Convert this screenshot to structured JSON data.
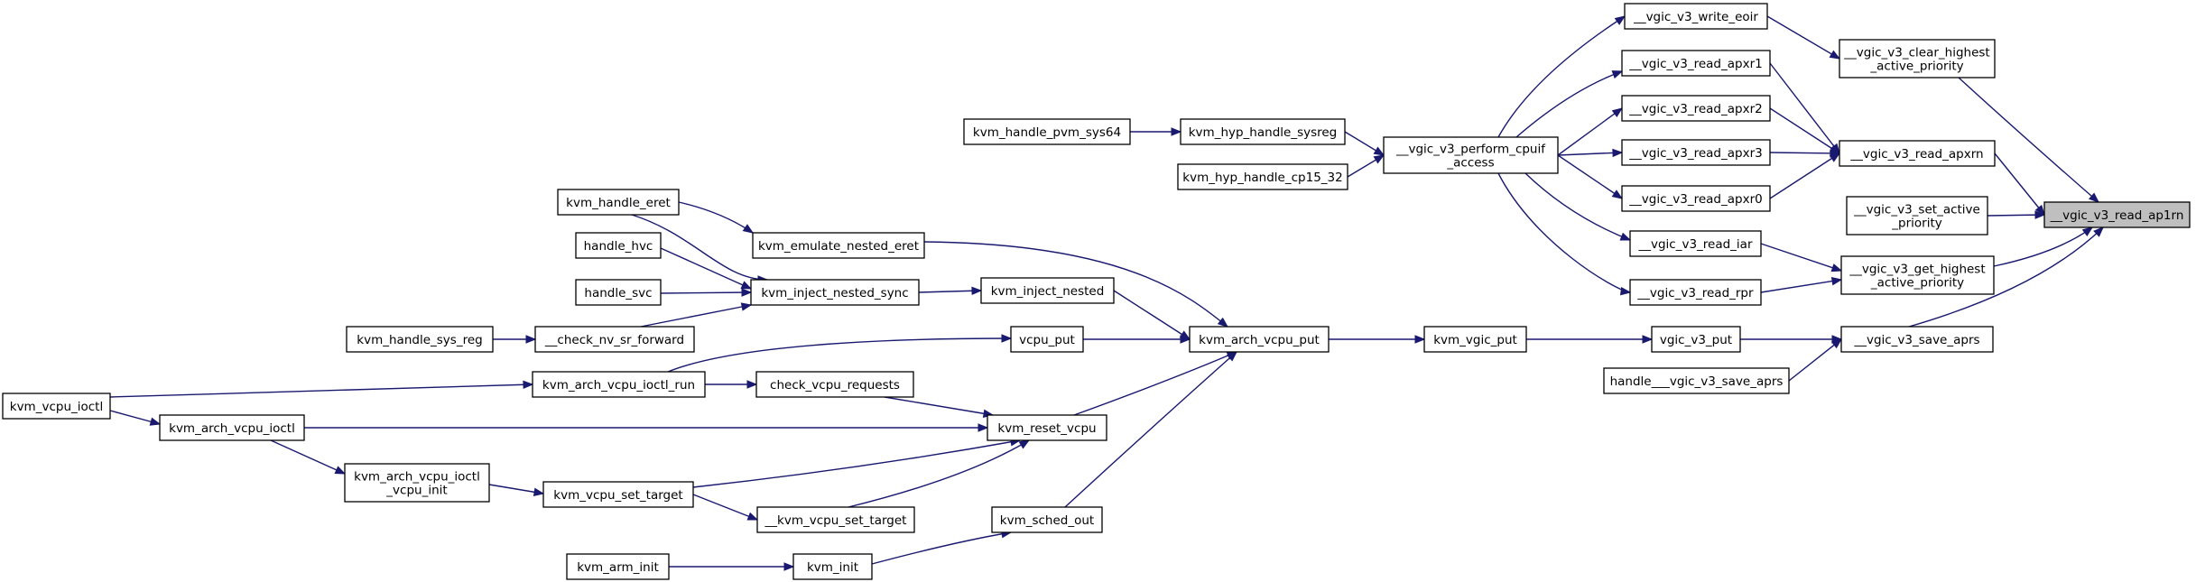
{
  "graph": {
    "focus": "n_ap1rn",
    "nodes": [
      {
        "id": "n_ap1rn",
        "lines": [
          "__vgic_v3_read_ap1rn"
        ]
      },
      {
        "id": "n_clear",
        "lines": [
          "__vgic_v3_clear_highest",
          "_active_priority"
        ]
      },
      {
        "id": "n_apxrn",
        "lines": [
          "__vgic_v3_read_apxrn"
        ]
      },
      {
        "id": "n_setact",
        "lines": [
          "__vgic_v3_set_active",
          "_priority"
        ]
      },
      {
        "id": "n_gethigh",
        "lines": [
          "__vgic_v3_get_highest",
          "_active_priority"
        ]
      },
      {
        "id": "n_saveaprs",
        "lines": [
          "__vgic_v3_save_aprs"
        ]
      },
      {
        "id": "n_eoir",
        "lines": [
          "__vgic_v3_write_eoir"
        ]
      },
      {
        "id": "n_apxr1",
        "lines": [
          "__vgic_v3_read_apxr1"
        ]
      },
      {
        "id": "n_apxr2",
        "lines": [
          "__vgic_v3_read_apxr2"
        ]
      },
      {
        "id": "n_apxr3",
        "lines": [
          "__vgic_v3_read_apxr3"
        ]
      },
      {
        "id": "n_apxr0",
        "lines": [
          "__vgic_v3_read_apxr0"
        ]
      },
      {
        "id": "n_iar",
        "lines": [
          "__vgic_v3_read_iar"
        ]
      },
      {
        "id": "n_rpr",
        "lines": [
          "__vgic_v3_read_rpr"
        ]
      },
      {
        "id": "n_v3put",
        "lines": [
          "vgic_v3_put"
        ]
      },
      {
        "id": "n_hsave",
        "lines": [
          "handle___vgic_v3_save_aprs"
        ]
      },
      {
        "id": "n_cpuif",
        "lines": [
          "__vgic_v3_perform_cpuif",
          "_access"
        ]
      },
      {
        "id": "n_vgicput",
        "lines": [
          "kvm_vgic_put"
        ]
      },
      {
        "id": "n_hypsys",
        "lines": [
          "kvm_hyp_handle_sysreg"
        ]
      },
      {
        "id": "n_cp15",
        "lines": [
          "kvm_hyp_handle_cp15_32"
        ]
      },
      {
        "id": "n_pvm",
        "lines": [
          "kvm_handle_pvm_sys64"
        ]
      },
      {
        "id": "n_archput",
        "lines": [
          "kvm_arch_vcpu_put"
        ]
      },
      {
        "id": "n_emueret",
        "lines": [
          "kvm_emulate_nested_eret"
        ]
      },
      {
        "id": "n_injnest",
        "lines": [
          "kvm_inject_nested"
        ]
      },
      {
        "id": "n_vcpuput",
        "lines": [
          "vcpu_put"
        ]
      },
      {
        "id": "n_reset",
        "lines": [
          "kvm_reset_vcpu"
        ]
      },
      {
        "id": "n_schedout",
        "lines": [
          "kvm_sched_out"
        ]
      },
      {
        "id": "n_injsync",
        "lines": [
          "kvm_inject_nested_sync"
        ]
      },
      {
        "id": "n_checknv",
        "lines": [
          "__check_nv_sr_forward"
        ]
      },
      {
        "id": "n_ioctlrun",
        "lines": [
          "kvm_arch_vcpu_ioctl_run"
        ]
      },
      {
        "id": "n_checkreq",
        "lines": [
          "check_vcpu_requests"
        ]
      },
      {
        "id": "n_archioctl",
        "lines": [
          "kvm_arch_vcpu_ioctl"
        ]
      },
      {
        "id": "n_ioctlinit",
        "lines": [
          "kvm_arch_vcpu_ioctl",
          "_vcpu_init"
        ]
      },
      {
        "id": "n_settarget",
        "lines": [
          "kvm_vcpu_set_target"
        ]
      },
      {
        "id": "n_kvmset",
        "lines": [
          "__kvm_vcpu_set_target"
        ]
      },
      {
        "id": "n_kvminit",
        "lines": [
          "kvm_init"
        ]
      },
      {
        "id": "n_armin",
        "lines": [
          "kvm_arm_init"
        ]
      },
      {
        "id": "n_eret",
        "lines": [
          "kvm_handle_eret"
        ]
      },
      {
        "id": "n_hvc",
        "lines": [
          "handle_hvc"
        ]
      },
      {
        "id": "n_svc",
        "lines": [
          "handle_svc"
        ]
      },
      {
        "id": "n_sysreg",
        "lines": [
          "kvm_handle_sys_reg"
        ]
      },
      {
        "id": "n_vcpuioctl",
        "lines": [
          "kvm_vcpu_ioctl"
        ]
      }
    ],
    "edges": [
      [
        "n_clear",
        "n_ap1rn"
      ],
      [
        "n_apxrn",
        "n_ap1rn"
      ],
      [
        "n_setact",
        "n_ap1rn"
      ],
      [
        "n_gethigh",
        "n_ap1rn"
      ],
      [
        "n_saveaprs",
        "n_ap1rn"
      ],
      [
        "n_eoir",
        "n_clear"
      ],
      [
        "n_apxr1",
        "n_apxrn"
      ],
      [
        "n_apxr2",
        "n_apxrn"
      ],
      [
        "n_apxr3",
        "n_apxrn"
      ],
      [
        "n_apxr0",
        "n_apxrn"
      ],
      [
        "n_iar",
        "n_gethigh"
      ],
      [
        "n_rpr",
        "n_gethigh"
      ],
      [
        "n_v3put",
        "n_saveaprs"
      ],
      [
        "n_hsave",
        "n_saveaprs"
      ],
      [
        "n_cpuif",
        "n_eoir"
      ],
      [
        "n_cpuif",
        "n_apxr1"
      ],
      [
        "n_cpuif",
        "n_apxr2"
      ],
      [
        "n_cpuif",
        "n_apxr3"
      ],
      [
        "n_cpuif",
        "n_apxr0"
      ],
      [
        "n_cpuif",
        "n_iar"
      ],
      [
        "n_cpuif",
        "n_rpr"
      ],
      [
        "n_vgicput",
        "n_v3put"
      ],
      [
        "n_hypsys",
        "n_cpuif"
      ],
      [
        "n_cp15",
        "n_cpuif"
      ],
      [
        "n_pvm",
        "n_hypsys"
      ],
      [
        "n_archput",
        "n_vgicput"
      ],
      [
        "n_emueret",
        "n_archput"
      ],
      [
        "n_injnest",
        "n_archput"
      ],
      [
        "n_vcpuput",
        "n_archput"
      ],
      [
        "n_reset",
        "n_archput"
      ],
      [
        "n_schedout",
        "n_archput"
      ],
      [
        "n_injsync",
        "n_injnest"
      ],
      [
        "n_eret",
        "n_emueret"
      ],
      [
        "n_eret",
        "n_injsync"
      ],
      [
        "n_hvc",
        "n_injsync"
      ],
      [
        "n_svc",
        "n_injsync"
      ],
      [
        "n_checknv",
        "n_injsync"
      ],
      [
        "n_sysreg",
        "n_checknv"
      ],
      [
        "n_ioctlrun",
        "n_vcpuput"
      ],
      [
        "n_ioctlrun",
        "n_checkreq"
      ],
      [
        "n_vcpuioctl",
        "n_ioctlrun"
      ],
      [
        "n_vcpuioctl",
        "n_archioctl"
      ],
      [
        "n_checkreq",
        "n_reset"
      ],
      [
        "n_archioctl",
        "n_reset"
      ],
      [
        "n_archioctl",
        "n_ioctlinit"
      ],
      [
        "n_ioctlinit",
        "n_settarget"
      ],
      [
        "n_settarget",
        "n_reset"
      ],
      [
        "n_settarget",
        "n_kvmset"
      ],
      [
        "n_kvmset",
        "n_reset"
      ],
      [
        "n_kvminit",
        "n_schedout"
      ],
      [
        "n_armin",
        "n_kvminit"
      ]
    ]
  }
}
